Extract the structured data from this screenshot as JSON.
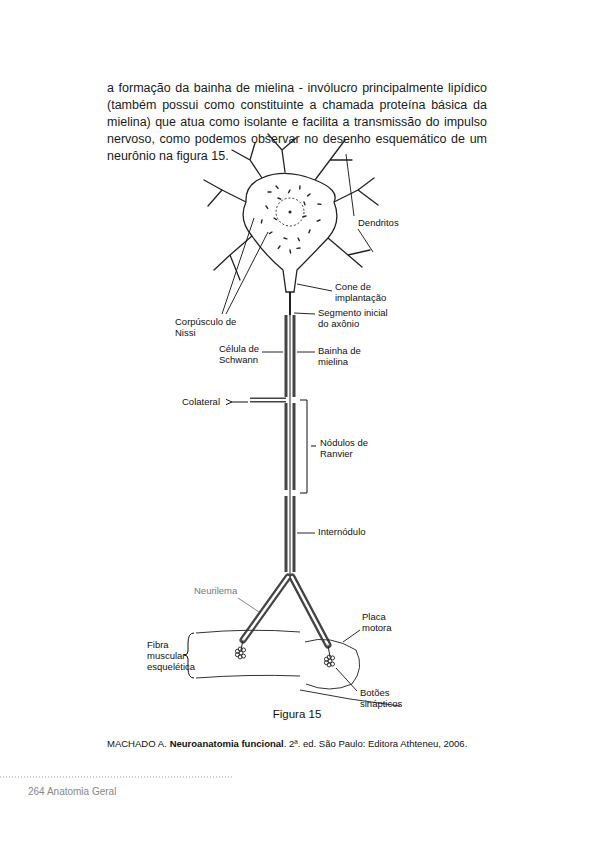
{
  "diagram": {
    "caption": "Figura 15",
    "labels": [
      "a formação da bainha de mielina - invólucro principalmente lipídico (também possui como constituinte a chamada proteína básica da mielina) que atua como isolante e facilita a transmissão do impulso nervoso, como podemos observar no desenho esquemático de um neurônio na figura 15.",
      "Dendritos",
      "Cone de implantação",
      "Corpúsculo de Nissi",
      "Segmento inicial do axônio",
      "Célula de Schwann",
      "Bainha de mielina",
      "Colateral",
      "Nódulos de Ranvier",
      "Internódulo",
      "Neurilema",
      "Placa motora",
      "Fibra muscular esquelética",
      "Botões sinápticos",
      "MACHADO A.",
      "Neuroanatomia funcional",
      ". 2ª. ed. São Paulo: Editora Athteneu, 2006.",
      "264 Anatomia Geral"
    ]
  }
}
